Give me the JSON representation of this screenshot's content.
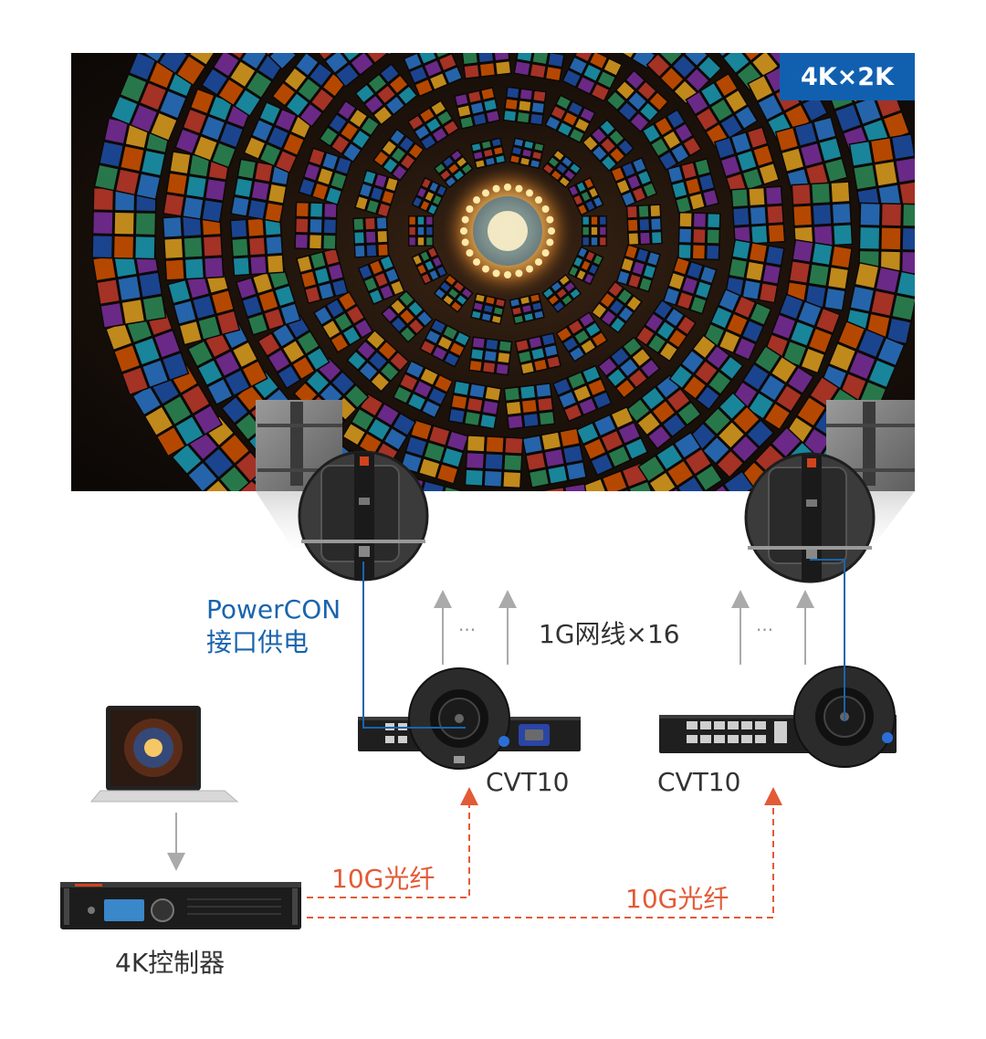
{
  "screen": {
    "badge": "4K×2K"
  },
  "labels": {
    "power_line1": "PowerCON",
    "power_line2": "接口供电",
    "ethernet": "1G网线×16",
    "dots": "···",
    "cvt_left": "CVT10",
    "cvt_right": "CVT10",
    "fiber_left": "10G光纤",
    "fiber_right": "10G光纤",
    "controller": "4K控制器"
  },
  "colors": {
    "accent_blue": "#1160b0",
    "power_line": "#1a64ad",
    "fiber": "#e35a36",
    "arrow_gray": "#aaaaaa"
  }
}
